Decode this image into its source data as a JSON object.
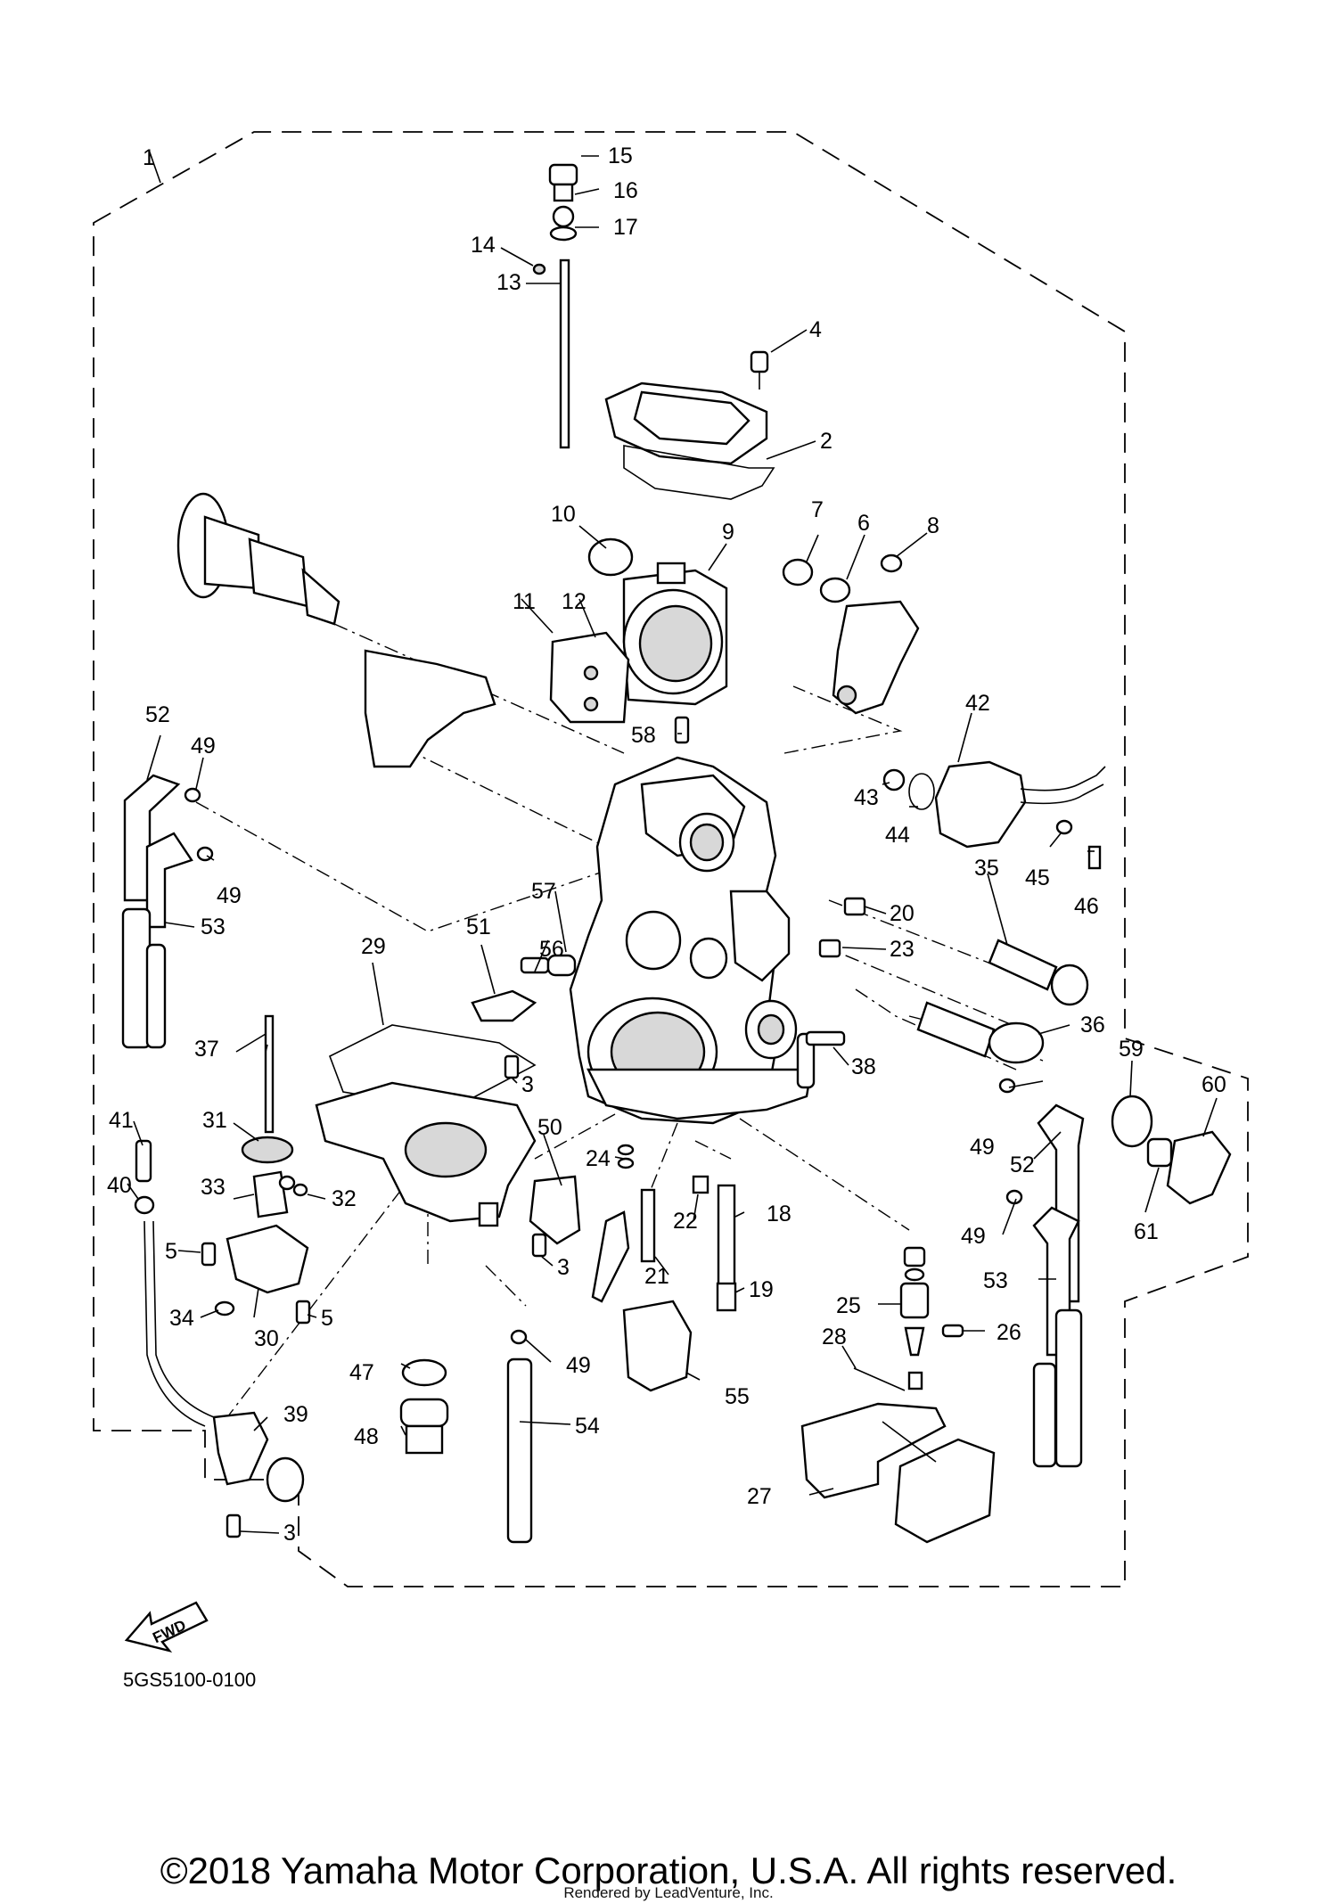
{
  "diagram": {
    "callouts": [
      "1",
      "2",
      "3",
      "4",
      "5",
      "6",
      "7",
      "8",
      "9",
      "10",
      "11",
      "12",
      "13",
      "14",
      "15",
      "16",
      "17",
      "18",
      "19",
      "20",
      "21",
      "22",
      "23",
      "24",
      "25",
      "26",
      "27",
      "28",
      "29",
      "30",
      "31",
      "32",
      "33",
      "34",
      "35",
      "36",
      "37",
      "38",
      "39",
      "40",
      "41",
      "42",
      "43",
      "44",
      "45",
      "46",
      "47",
      "48",
      "49",
      "50",
      "51",
      "52",
      "53",
      "54",
      "55",
      "56",
      "57",
      "58",
      "59",
      "60",
      "61"
    ],
    "fwd_label": "FWD",
    "part_code": "5GS5100-0100"
  },
  "footer": {
    "copyright": "©2018 Yamaha Motor Corporation, U.S.A. All rights reserved.",
    "rendered_by": "Rendered by LeadVenture, Inc."
  }
}
